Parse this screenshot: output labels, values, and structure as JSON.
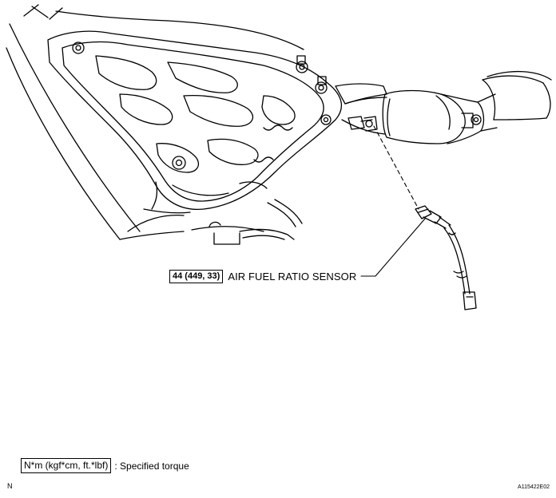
{
  "callout": {
    "torque": "44 (449, 33)",
    "part": "AIR FUEL RATIO SENSOR"
  },
  "legend": {
    "unit_box": "N*m (kgf*cm, ft.*lbf)",
    "description": ": Specified torque"
  },
  "corner": {
    "left": "N",
    "figure_code": "A115422E02"
  }
}
